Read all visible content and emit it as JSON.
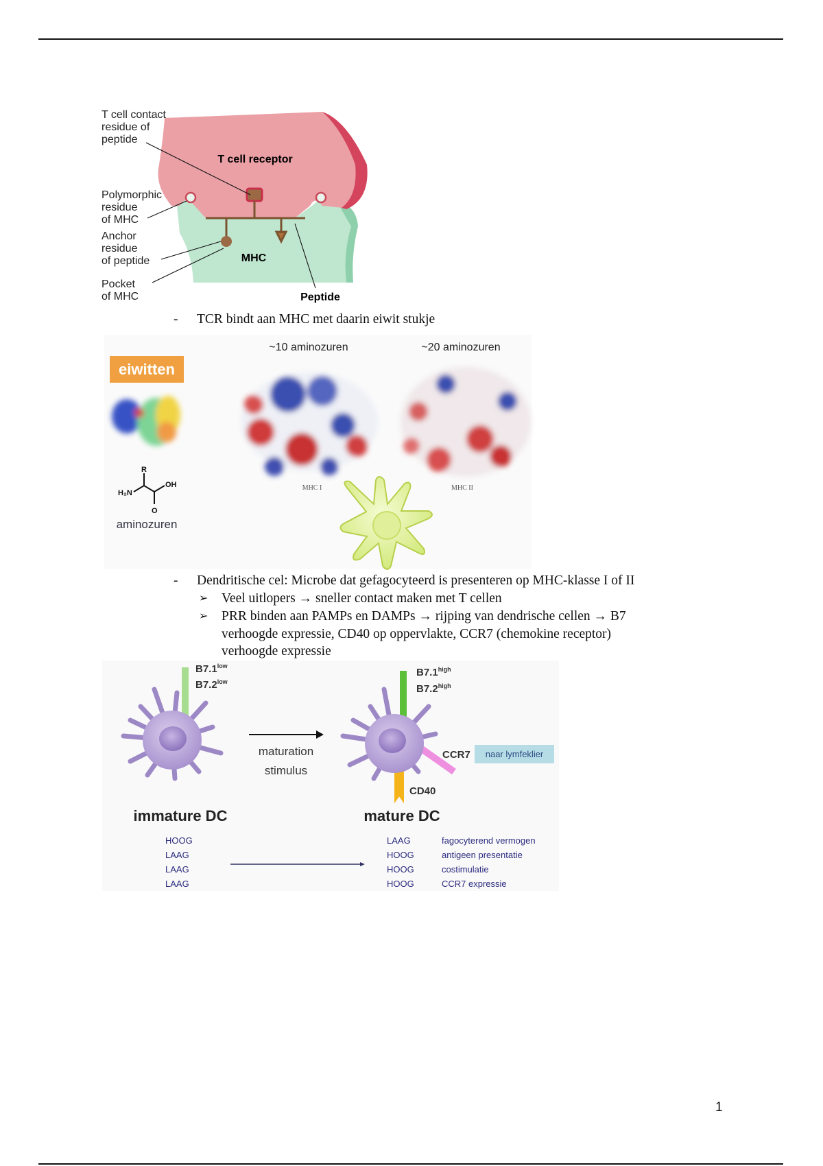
{
  "figure_tcr": {
    "labels": {
      "contact": [
        "T cell contact",
        "residue of",
        "peptide"
      ],
      "polymorphic": [
        "Polymorphic",
        "residue",
        "of MHC"
      ],
      "anchor": [
        "Anchor",
        "residue",
        "of peptide"
      ],
      "pocket": [
        "Pocket",
        "of MHC"
      ],
      "tcr": "T cell receptor",
      "mhc": "MHC",
      "peptide": "Peptide"
    },
    "colors": {
      "tcr": "#e8949a",
      "tcr_dark": "#d4445c",
      "mhc": "#bfe6cf",
      "peptide": "#7a5530"
    }
  },
  "text1": {
    "bullet": "-",
    "text": "TCR bindt aan MHC met daarin eiwit stukje"
  },
  "figure_mhc": {
    "eiwitten": "eiwitten",
    "aminozuren": "aminozuren",
    "amino_atoms": {
      "r": "R",
      "h2n": "H₂N",
      "oh": "OH",
      "o": "O"
    },
    "mhc1_count": "~10 aminozuren",
    "mhc2_count": "~20 aminozuren",
    "mhc1_label": "MHC I",
    "mhc2_label": "MHC II",
    "colors": {
      "orange": "#f0a040",
      "cell": "#e4f3a6"
    }
  },
  "text2": {
    "bullet": "-",
    "main": "Dendritische cel: Microbe dat gefagocyteerd is presenteren op MHC-klasse I of II",
    "sub_bullet": "➢",
    "sub1": "Veel uitlopers → sneller contact maken met T cellen",
    "sub2_line1": "PRR binden aan PAMPs en DAMPs → rijping van dendrische cellen → B7",
    "sub2_line2": "verhoogde expressie, CD40 op oppervlakte, CCR7 (chemokine receptor)",
    "sub2_line3": "verhoogde expressie"
  },
  "figure_dc": {
    "immature": {
      "b71": "B7.1",
      "b72": "B7.2",
      "sup": "low",
      "title": "immature DC"
    },
    "mature": {
      "b71": "B7.1",
      "b72": "B7.2",
      "sup": "high",
      "title": "mature DC",
      "ccr7": "CCR7",
      "cd40": "CD40",
      "naar": "naar lymfeklier"
    },
    "arrow_label": [
      "maturation",
      "stimulus"
    ],
    "table": {
      "left": [
        "HOOG",
        "LAAG",
        "LAAG",
        "LAAG"
      ],
      "right": [
        "LAAG",
        "HOOG",
        "HOOG",
        "HOOG"
      ],
      "props": [
        "fagocyterend vermogen",
        "antigeen presentatie",
        "costimulatie",
        "CCR7 expressie"
      ]
    },
    "colors": {
      "cell": "#b9a6d6",
      "green_low": "#a8dc90",
      "green_high": "#5cbf3a",
      "pink": "#ef8fe0",
      "orange": "#f5b51a",
      "naar_bg": "#b6dde6",
      "table_text": "#2c2c80"
    }
  },
  "page_number": "1"
}
